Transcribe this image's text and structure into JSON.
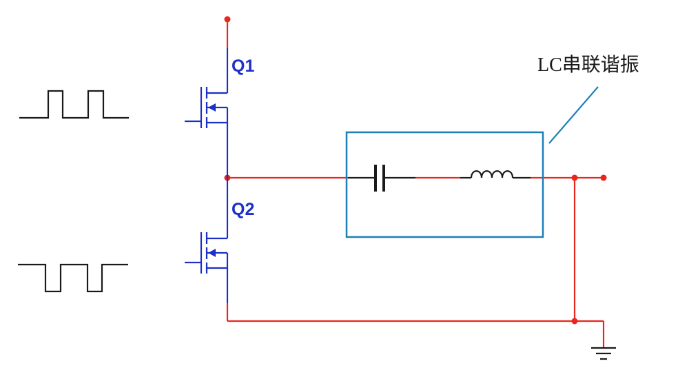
{
  "labels": {
    "q1": "Q1",
    "q2": "Q2",
    "lc_callout": "LC串联谐振"
  },
  "colors": {
    "wire": "#e8261c",
    "transistor": "#1c2fc8",
    "component": "#1a1a1a",
    "highlight_box": "#1c7fb8",
    "background": "#ffffff"
  },
  "icons": {
    "capacitor": "capacitor-icon",
    "inductor": "inductor-icon",
    "ground": "ground-icon",
    "mosfet": "n-mosfet-icon"
  }
}
